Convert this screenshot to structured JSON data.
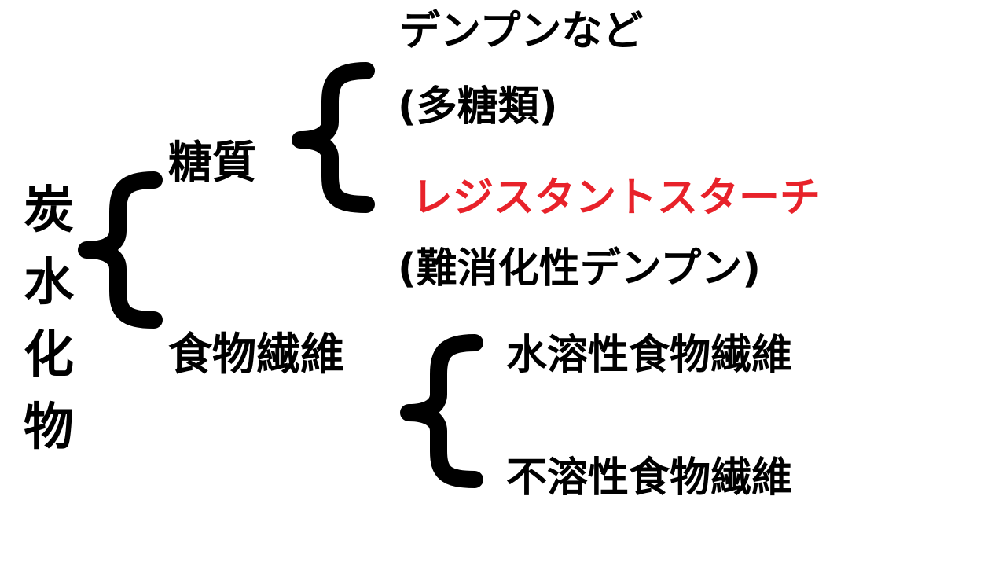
{
  "colors": {
    "text": "#000000",
    "highlight": "#e8222a",
    "background": "#ffffff"
  },
  "root": {
    "chars": [
      "炭",
      "水",
      "化",
      "物"
    ]
  },
  "branches": {
    "sugar": {
      "label": "糖質",
      "children": [
        {
          "line1": "デンプンなど",
          "line2": "(多糖類)"
        },
        {
          "line1": "レジスタントスターチ",
          "line2": "(難消化性デンプン)",
          "highlight": true
        }
      ]
    },
    "fiber": {
      "label": "食物繊維",
      "children": [
        {
          "line1": "水溶性食物繊維"
        },
        {
          "line1": "不溶性食物繊維"
        }
      ]
    }
  }
}
